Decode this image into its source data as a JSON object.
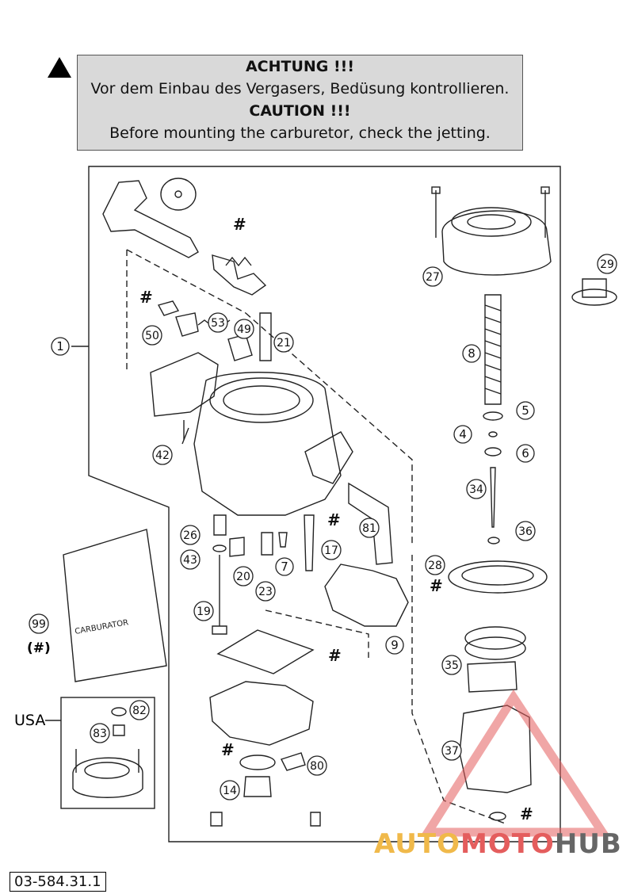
{
  "notice": {
    "heading_de": "ACHTUNG !!!",
    "text_de": "Vor dem Einbau des Vergasers, Bedüsung kontrollieren.",
    "heading_en": "CAUTION !!!",
    "text_en": "Before mounting the carburetor, check the jetting."
  },
  "callouts": [
    "1",
    "4",
    "5",
    "6",
    "7",
    "8",
    "9",
    "14",
    "17",
    "19",
    "20",
    "21",
    "23",
    "26",
    "27",
    "28",
    "29",
    "34",
    "35",
    "36",
    "37",
    "42",
    "43",
    "49",
    "50",
    "53",
    "80",
    "81",
    "82",
    "83",
    "99"
  ],
  "marker": "#",
  "labels": {
    "usa": "USA",
    "bag_note": "(#)",
    "bag_print": "CARBURATOR"
  },
  "doc_id": "03-584.31.1",
  "watermark": {
    "part1": "AUTO",
    "part2": "MOTO",
    "part3": "HUB"
  },
  "colors": {
    "line": "#222222",
    "box_fill": "#d9d9d9",
    "watermark_red": "#e45d5d",
    "watermark_gold": "#f0b94a"
  }
}
